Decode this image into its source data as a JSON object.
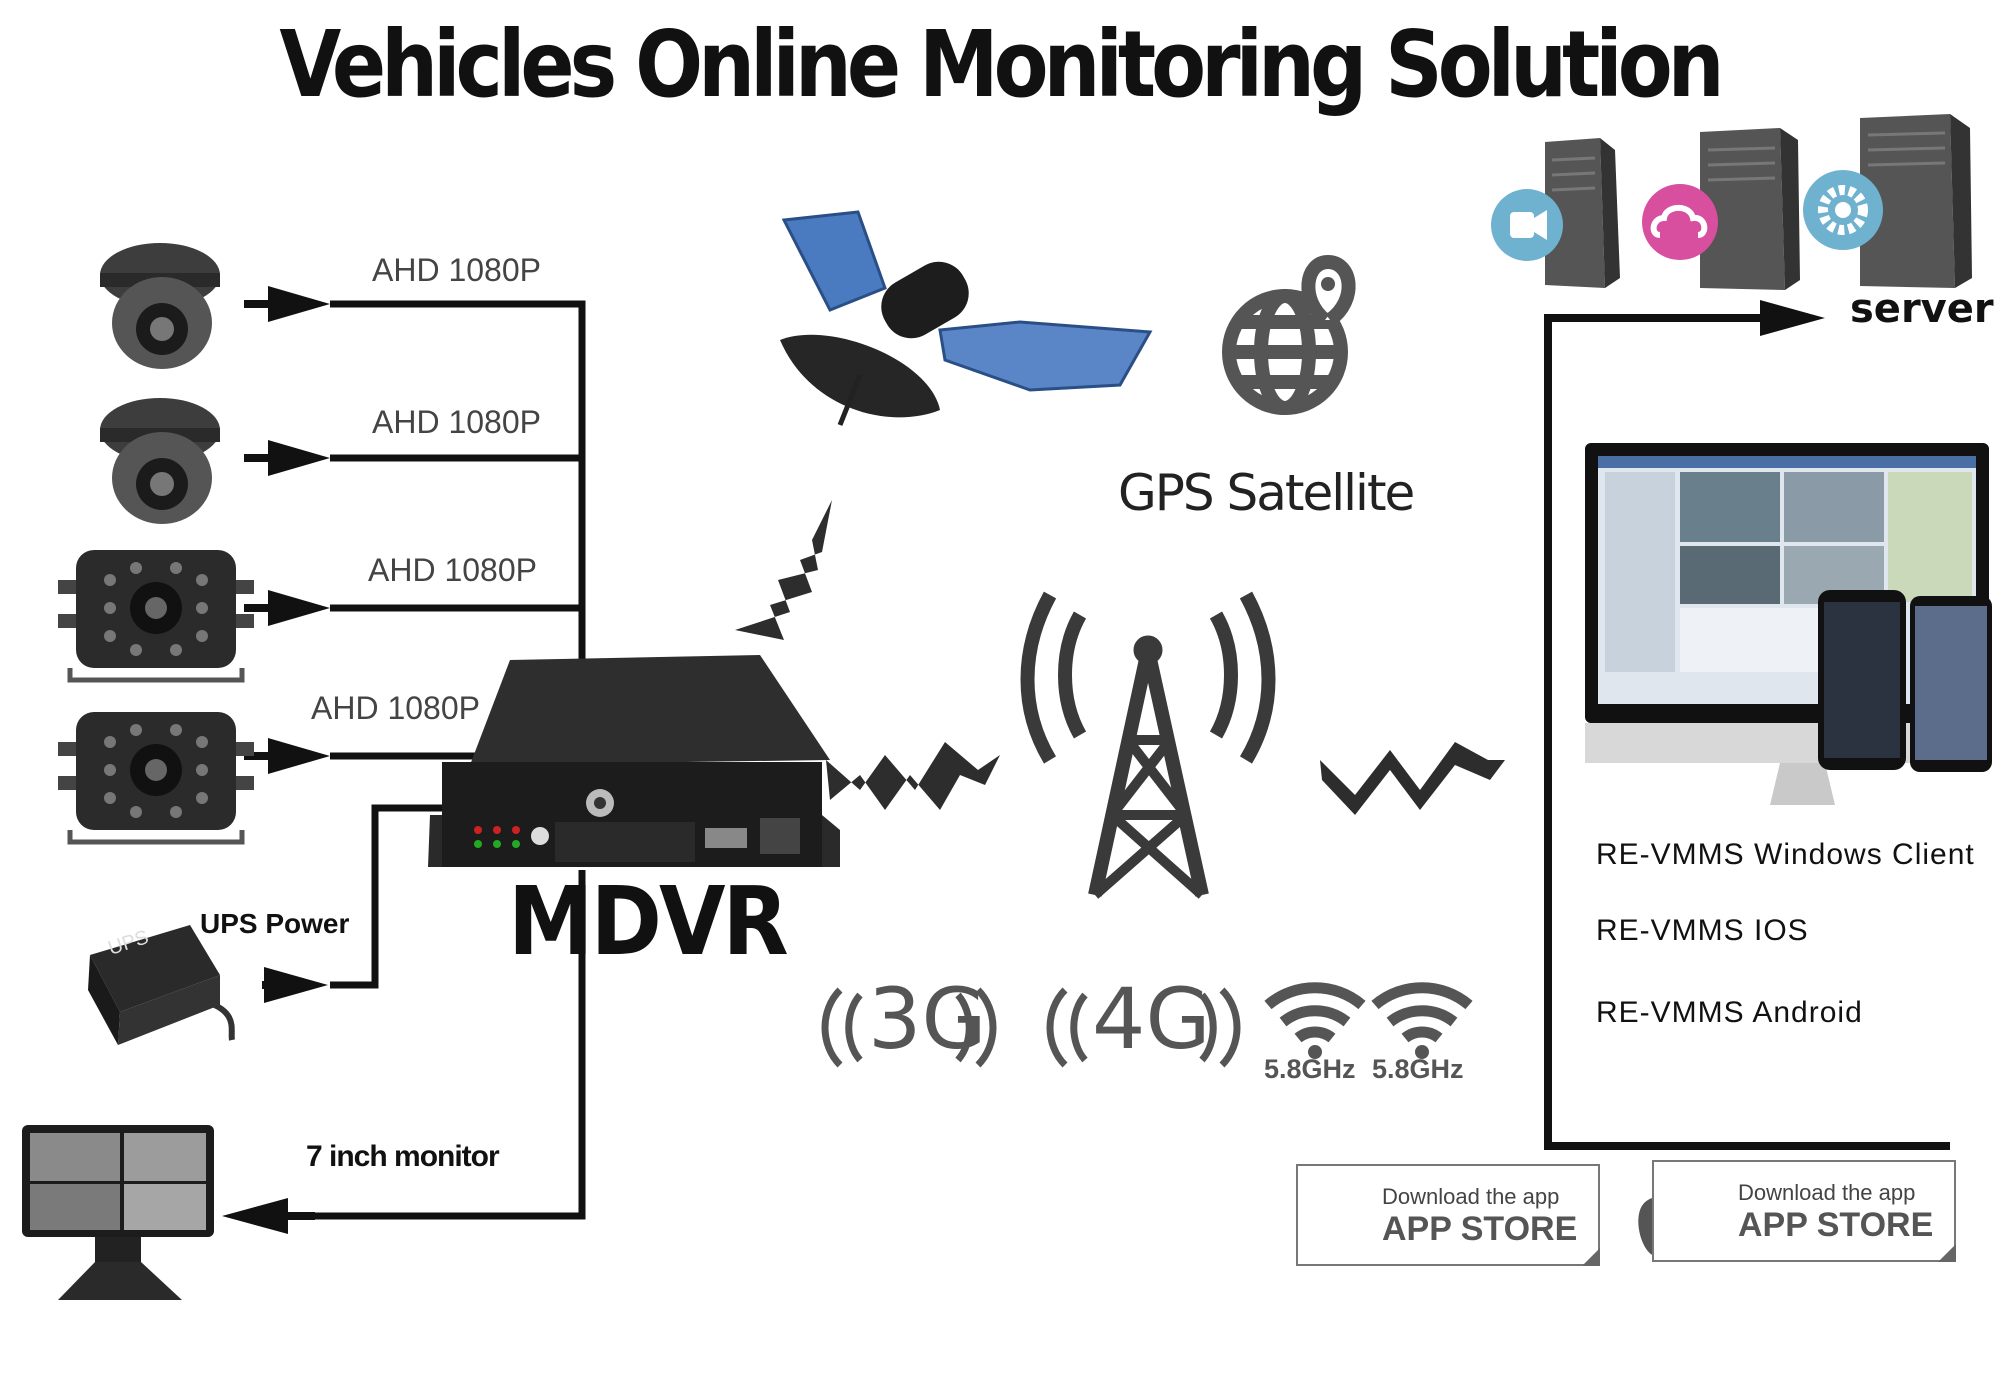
{
  "title": "Vehicles Online  Monitoring Solution",
  "cameras": [
    {
      "label": "AHD 1080P",
      "icon": "dome-camera-icon"
    },
    {
      "label": "AHD 1080P",
      "icon": "dome-camera-icon"
    },
    {
      "label": "AHD 1080P",
      "icon": "ir-box-camera-icon"
    },
    {
      "label": "AHD 1080P",
      "icon": "ir-box-camera-icon"
    }
  ],
  "ups": {
    "label": "UPS Power",
    "device_text": "UPS",
    "icon": "ups-box-icon"
  },
  "monitor": {
    "label": "7 inch monitor",
    "icon": "car-monitor-icon"
  },
  "mdvr": {
    "label": "MDVR",
    "icon": "mdvr-recorder-icon"
  },
  "gps": {
    "label": "GPS Satellite",
    "icons": [
      "satellite-icon",
      "globe-location-icon"
    ]
  },
  "cell_tower": {
    "icon": "cell-tower-icon"
  },
  "networks": {
    "g3": "3G",
    "g4": "4G",
    "wifi": [
      "5.8GHz",
      "5.8GHz"
    ]
  },
  "server": {
    "label": "server",
    "icons": [
      "video-icon",
      "cloud-icon",
      "gear-icon",
      "server-tower-icon"
    ]
  },
  "clients": [
    "RE-VMMS Windows Client",
    "RE-VMMS IOS",
    "RE-VMMS Android"
  ],
  "app_badges": [
    {
      "line1": "Download the app",
      "line2": "APP STORE",
      "icon": "android-icon"
    },
    {
      "line1": "Download the app",
      "line2": "APP STORE",
      "icon": "apple-icon"
    }
  ],
  "colors": {
    "line": "#111111",
    "device": "#2b2b2b",
    "icon_teal": "#5aa6c6",
    "icon_pink": "#d94fa0",
    "wave": "#555555"
  }
}
